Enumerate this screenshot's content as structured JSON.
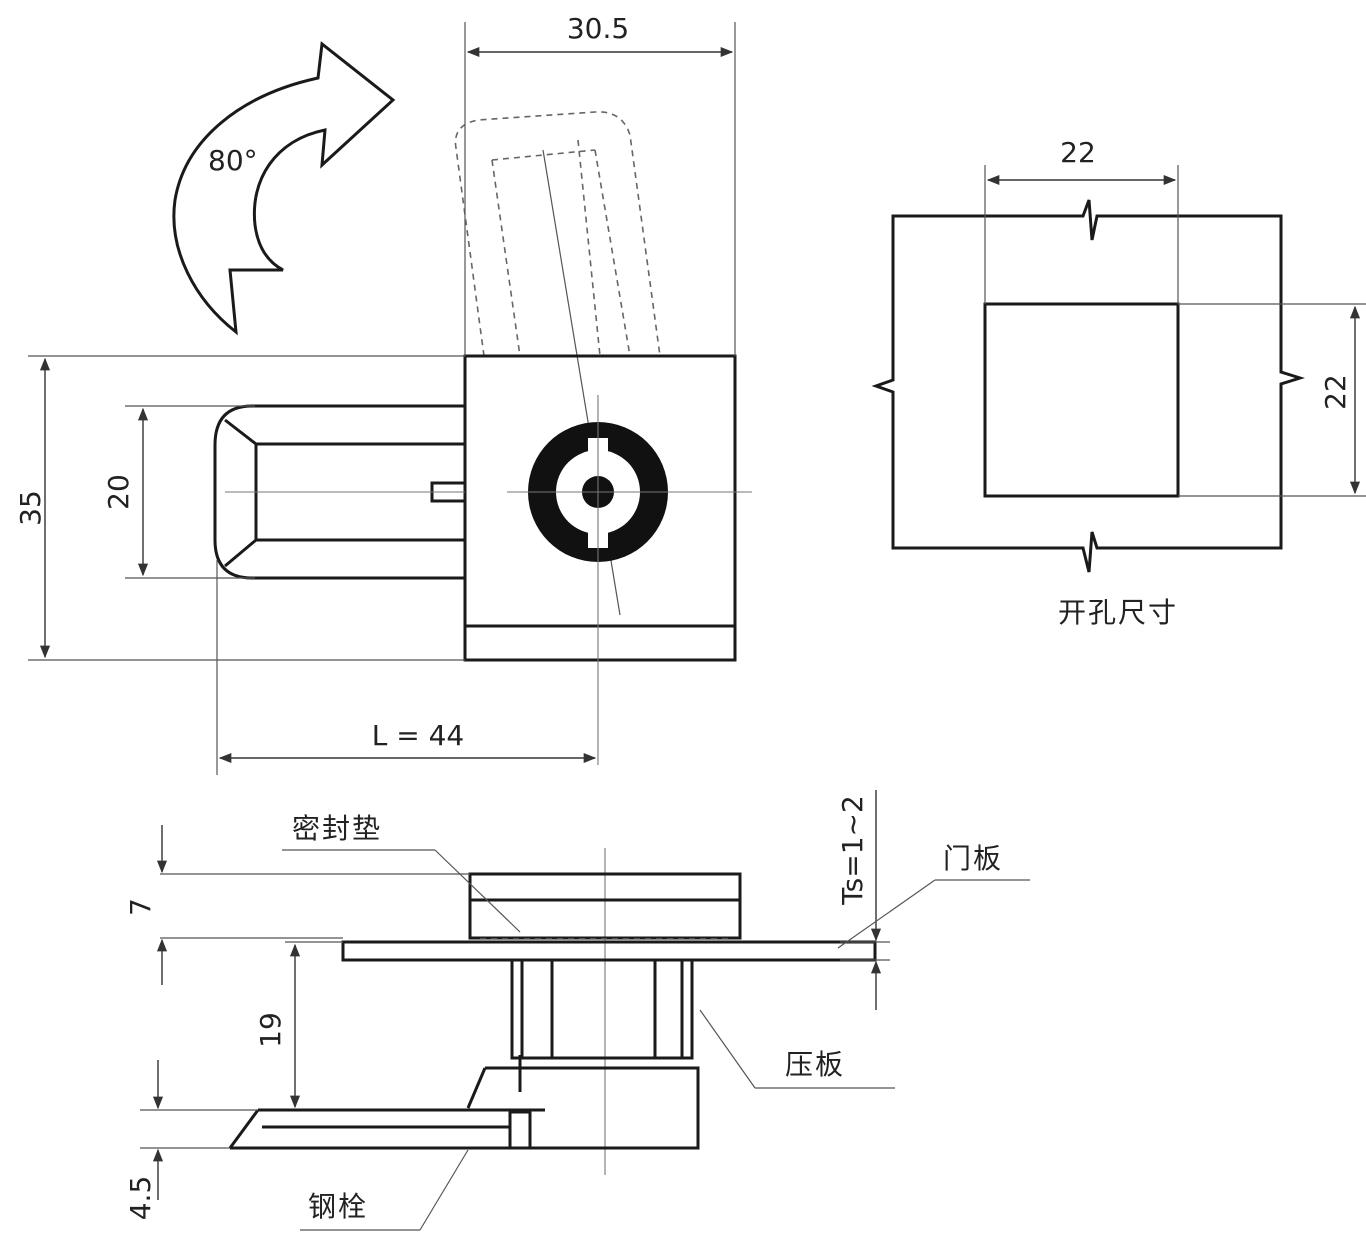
{
  "front_view": {
    "rotation_label": "80°",
    "dim_width": "30.5",
    "dim_height": "35",
    "dim_handle_height": "20",
    "dim_length": "L = 44"
  },
  "cutout_view": {
    "dim_width": "22",
    "dim_height": "22",
    "caption": "开孔尺寸"
  },
  "side_view": {
    "label_gasket": "密封垫",
    "label_panel_thickness": "Ts=1~2",
    "label_door_panel": "门板",
    "label_pressure_plate": "压板",
    "label_steel_bolt": "钢栓",
    "dim_top": "7",
    "dim_body": "19",
    "dim_bolt": "4.5"
  }
}
